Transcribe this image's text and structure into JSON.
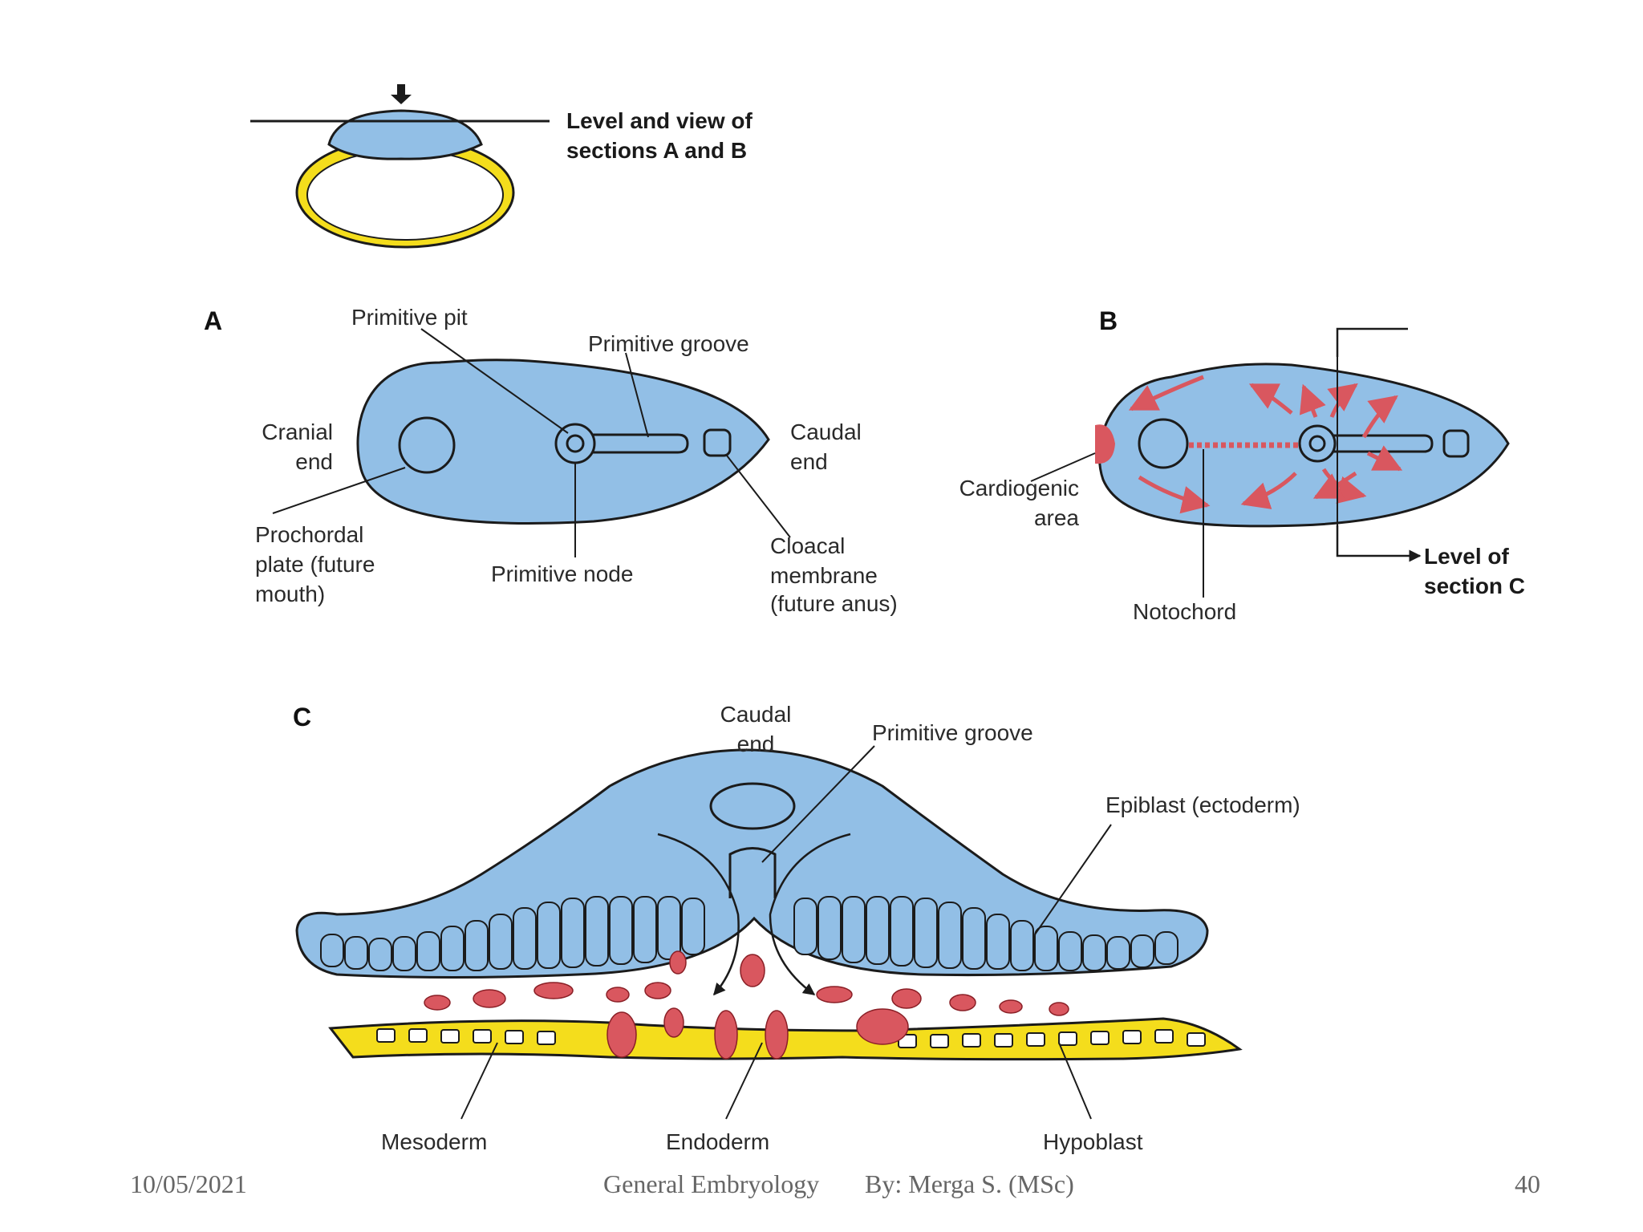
{
  "figure": {
    "top": {
      "level_label_line1": "Level and view of",
      "level_label_line2": "sections A and B"
    },
    "panel_a": {
      "letter": "A",
      "primitive_pit": "Primitive pit",
      "primitive_groove": "Primitive groove",
      "cranial_end_line1": "Cranial",
      "cranial_end_line2": "end",
      "caudal_end_line1": "Caudal",
      "caudal_end_line2": "end",
      "prochordal_line1": "Prochordal",
      "prochordal_line2": "plate (future",
      "prochordal_line3": "mouth)",
      "primitive_node": "Primitive node",
      "cloacal_line1": "Cloacal",
      "cloacal_line2": "membrane",
      "cloacal_line3": "(future anus)"
    },
    "panel_b": {
      "letter": "B",
      "cardiogenic_line1": "Cardiogenic",
      "cardiogenic_line2": "area",
      "notochord": "Notochord",
      "level_c_line1": "Level of",
      "level_c_line2": "section C"
    },
    "panel_c": {
      "letter": "C",
      "caudal_end_line1": "Caudal",
      "caudal_end_line2": "end",
      "primitive_groove": "Primitive groove",
      "epiblast": "Epiblast (ectoderm)",
      "mesoderm": "Mesoderm",
      "endoderm": "Endoderm",
      "hypoblast": "Hypoblast"
    },
    "colors": {
      "ectoderm": "#92bfe6",
      "hypoblast": "#f4dd1c",
      "mesoderm": "#d9575f",
      "outline": "#1b1b1b"
    }
  },
  "footer": {
    "date": "10/05/2021",
    "course": "General Embryology",
    "author": "By: Merga S. (MSc)",
    "page": "40"
  }
}
